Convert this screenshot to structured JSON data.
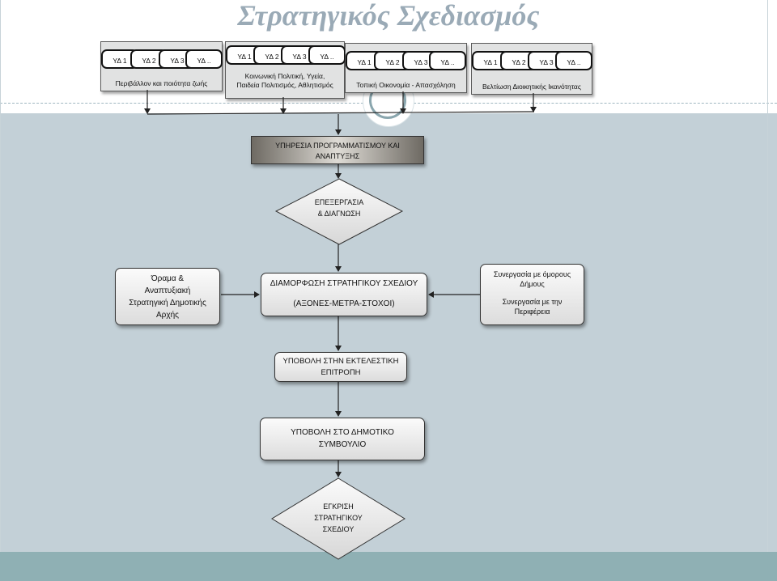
{
  "title": "Στρατηγικός Σχεδιασμός",
  "groups": [
    {
      "label": "Περιβάλλον και ποιότητα ζωής",
      "items": [
        "ΥΔ 1",
        "ΥΔ 2",
        "ΥΔ 3",
        "ΥΔ .."
      ]
    },
    {
      "label_lines": [
        "Κοινωνική Πολιτική, Υγεία,",
        "Παιδεία Πολιτισμός, Αθλητισμός"
      ],
      "items": [
        "ΥΔ 1",
        "ΥΔ 2",
        "ΥΔ 3",
        "ΥΔ .."
      ]
    },
    {
      "label": "Τοπική Οικονομία - Απασχόληση",
      "items": [
        "ΥΔ 1",
        "ΥΔ 2",
        "ΥΔ 3",
        "ΥΔ .."
      ]
    },
    {
      "label": "Βελτίωση Διοικητικής Ικανότητας",
      "items": [
        "ΥΔ 1",
        "ΥΔ 2",
        "ΥΔ 3",
        "ΥΔ .."
      ]
    }
  ],
  "planning_service": [
    "ΥΠΗΡΕΣΙΑ ΠΡΟΓΡΑΜΜΑΤΙΣΜΟΥ ΚΑΙ",
    "ΑΝΑΠΤΥΞΗΣ"
  ],
  "processing": [
    "ΕΠΕΞΕΡΓΑΣΙΑ",
    "& ΔΙΑΓΝΩΣΗ"
  ],
  "vision": [
    "Όραμα &",
    "Αναπτυξιακή",
    "Στρατηγική Δημοτικής",
    "Αρχής"
  ],
  "strategic_plan": {
    "line1": "ΔΙΑΜΟΡΦΩΣΗ ΣΤΡΑΤΗΓΙΚΟΥ ΣΧΕΔΙΟΥ",
    "line2": "(ΑΞΟΝΕΣ-ΜΕΤΡΑ-ΣΤΟΧΟΙ)"
  },
  "cooperation": {
    "neighbors": [
      "Συνεργασία με όμορους",
      "Δήμους"
    ],
    "region": [
      "Συνεργασία με την",
      "Περιφέρεια"
    ]
  },
  "executive": [
    "ΥΠΟΒΟΛΗ ΣΤΗΝ ΕΚΤΕΛΕΣΤΙΚΗ",
    "ΕΠΙΤΡΟΠΗ"
  ],
  "council": [
    "ΥΠΟΒΟΛΗ ΣΤΟ ΔΗΜΟΤΙΚΟ",
    "ΣΥΜΒΟΥΛΙΟ"
  ],
  "approval": [
    "ΕΓΚΡΙΣΗ",
    "ΣΤΡΑΤΗΓΙΚΟΥ",
    "ΣΧΕΔΙΟΥ"
  ]
}
